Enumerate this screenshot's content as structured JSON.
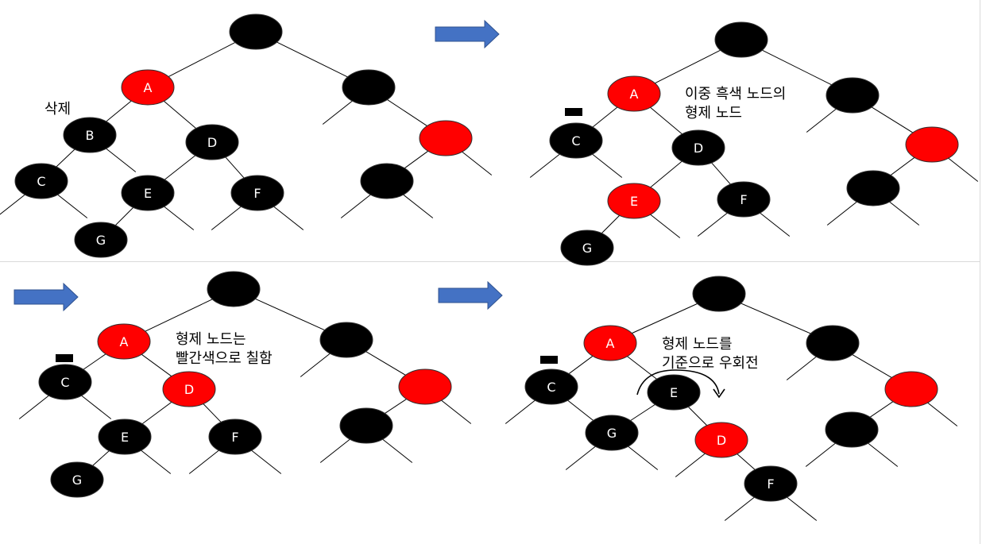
{
  "colors": {
    "black_node": "#000000",
    "red_node": "#ff0000",
    "arrow": "#4472c4",
    "edge": "#000000",
    "divider": "#d9d9d9",
    "node_label_on_black": "#ffffff",
    "node_label_on_red": "#ffffff"
  },
  "panels": [
    {
      "id": "panel1",
      "annotation": [
        "삭제"
      ],
      "nodes": [
        {
          "id": "p1-root",
          "label": "",
          "color": "black"
        },
        {
          "id": "p1-A",
          "label": "A",
          "color": "red"
        },
        {
          "id": "p1-R",
          "label": "",
          "color": "black"
        },
        {
          "id": "p1-B",
          "label": "B",
          "color": "black"
        },
        {
          "id": "p1-D",
          "label": "D",
          "color": "black"
        },
        {
          "id": "p1-RR",
          "label": "",
          "color": "red"
        },
        {
          "id": "p1-C",
          "label": "C",
          "color": "black"
        },
        {
          "id": "p1-E",
          "label": "E",
          "color": "black"
        },
        {
          "id": "p1-F",
          "label": "F",
          "color": "black"
        },
        {
          "id": "p1-RRL",
          "label": "",
          "color": "black"
        },
        {
          "id": "p1-G",
          "label": "G",
          "color": "black"
        }
      ]
    },
    {
      "id": "panel2",
      "annotation": [
        "이중 흑색 노드의",
        "형제 노드"
      ],
      "nodes": [
        {
          "id": "p2-root",
          "label": "",
          "color": "black"
        },
        {
          "id": "p2-A",
          "label": "A",
          "color": "red"
        },
        {
          "id": "p2-R",
          "label": "",
          "color": "black"
        },
        {
          "id": "p2-C",
          "label": "C",
          "color": "black"
        },
        {
          "id": "p2-D",
          "label": "D",
          "color": "black"
        },
        {
          "id": "p2-RR",
          "label": "",
          "color": "red"
        },
        {
          "id": "p2-E",
          "label": "E",
          "color": "red"
        },
        {
          "id": "p2-F",
          "label": "F",
          "color": "black"
        },
        {
          "id": "p2-RRL",
          "label": "",
          "color": "black"
        },
        {
          "id": "p2-G",
          "label": "G",
          "color": "black"
        }
      ]
    },
    {
      "id": "panel3",
      "annotation": [
        "형제 노드는",
        "빨간색으로 칠함"
      ],
      "nodes": [
        {
          "id": "p3-root",
          "label": "",
          "color": "black"
        },
        {
          "id": "p3-A",
          "label": "A",
          "color": "red"
        },
        {
          "id": "p3-R",
          "label": "",
          "color": "black"
        },
        {
          "id": "p3-C",
          "label": "C",
          "color": "black"
        },
        {
          "id": "p3-D",
          "label": "D",
          "color": "red"
        },
        {
          "id": "p3-RR",
          "label": "",
          "color": "red"
        },
        {
          "id": "p3-E",
          "label": "E",
          "color": "black"
        },
        {
          "id": "p3-F",
          "label": "F",
          "color": "black"
        },
        {
          "id": "p3-RRL",
          "label": "",
          "color": "black"
        },
        {
          "id": "p3-G",
          "label": "G",
          "color": "black"
        }
      ]
    },
    {
      "id": "panel4",
      "annotation": [
        "형제 노드를",
        "기준으로 우회전"
      ],
      "nodes": [
        {
          "id": "p4-root",
          "label": "",
          "color": "black"
        },
        {
          "id": "p4-A",
          "label": "A",
          "color": "red"
        },
        {
          "id": "p4-R",
          "label": "",
          "color": "black"
        },
        {
          "id": "p4-C",
          "label": "C",
          "color": "black"
        },
        {
          "id": "p4-E",
          "label": "E",
          "color": "black"
        },
        {
          "id": "p4-RR",
          "label": "",
          "color": "red"
        },
        {
          "id": "p4-G",
          "label": "G",
          "color": "black"
        },
        {
          "id": "p4-D",
          "label": "D",
          "color": "red"
        },
        {
          "id": "p4-RRL",
          "label": "",
          "color": "black"
        },
        {
          "id": "p4-F",
          "label": "F",
          "color": "black"
        }
      ]
    }
  ]
}
